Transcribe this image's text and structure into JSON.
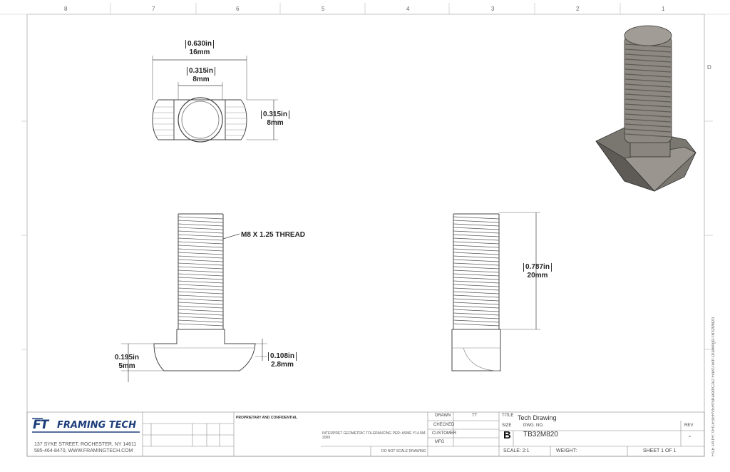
{
  "ruler": {
    "columns": [
      "8",
      "7",
      "6",
      "5",
      "4",
      "3",
      "2",
      "1"
    ],
    "rows": [
      "D"
    ]
  },
  "dimensions": {
    "top_width_in": "0.630in",
    "top_width_mm": "16mm",
    "bore_in": "0.315in",
    "bore_mm": "8mm",
    "top_height_in": "0.315in",
    "top_height_mm": "8mm",
    "thread_label": "M8 X 1.25 THREAD",
    "head_height_in": "0.195in",
    "head_height_mm": "5mm",
    "head_step_in": "0.108in",
    "head_step_mm": "2.8mm",
    "length_in": "0.787in",
    "length_mm": "20mm"
  },
  "company": {
    "logo_initials": "FT",
    "logo_name": "FRAMING TECH",
    "address": "137 SYKE STREET, ROCHESTER, NY 14611",
    "contact": "585-464-8470, WWW.FRAMINGTECH.COM"
  },
  "title_block": {
    "proprietary_heading": "PROPRIETARY AND CONFIDENTIAL",
    "tolerance_note": "INTERPRET GEOMETRIC TOLERANCING PER: ASME Y14.5M-2009",
    "do_not_scale": "DO NOT SCALE DRAWING",
    "drawn_label": "DRAWN",
    "drawn_value": "TT",
    "checked_label": "CHECKED",
    "customer_label": "CUSTOMER",
    "mfg_label": "MFG",
    "title_label": "TITLE",
    "title_value": "Tech Drawing",
    "size_label": "SIZE",
    "size_value": "B",
    "dwg_label": "DWG. NO.",
    "dwg_value": "TB32M820",
    "rev_label": "REV",
    "rev_value": "-",
    "scale": "SCALE: 2:1",
    "weight": "WEIGHT:",
    "sheet": "SHEET 1 OF 1"
  },
  "side_text": "FILE PATH: \\\\FILESERVER\\Shared\\CAD Files\\Tech Drawings\\TB32M820"
}
